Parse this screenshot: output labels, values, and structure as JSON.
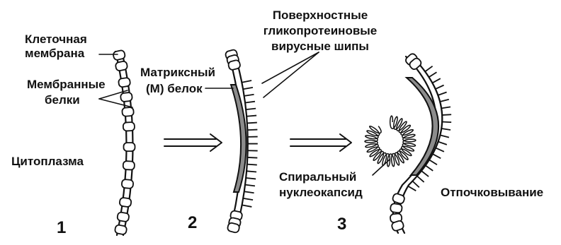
{
  "labels": {
    "cell_membrane": [
      "Клеточная",
      "мембрана"
    ],
    "membrane_proteins": [
      "Мембранные",
      "белки"
    ],
    "cytoplasm": "Цитоплазма",
    "matrix_protein": [
      "Матриксный",
      "(М) белок"
    ],
    "glycoprotein_spikes": [
      "Поверхностные",
      "гликопротеиновые",
      "вирусные шипы"
    ],
    "nucleocapsid": [
      "Спиральный",
      "нуклеокапсид"
    ],
    "budding": "Отпочковывание"
  },
  "stages": [
    "1",
    "2",
    "3"
  ],
  "colors": {
    "ink": "#111111",
    "background": "#ffffff",
    "matrix_fill": "#8c8c8c"
  }
}
